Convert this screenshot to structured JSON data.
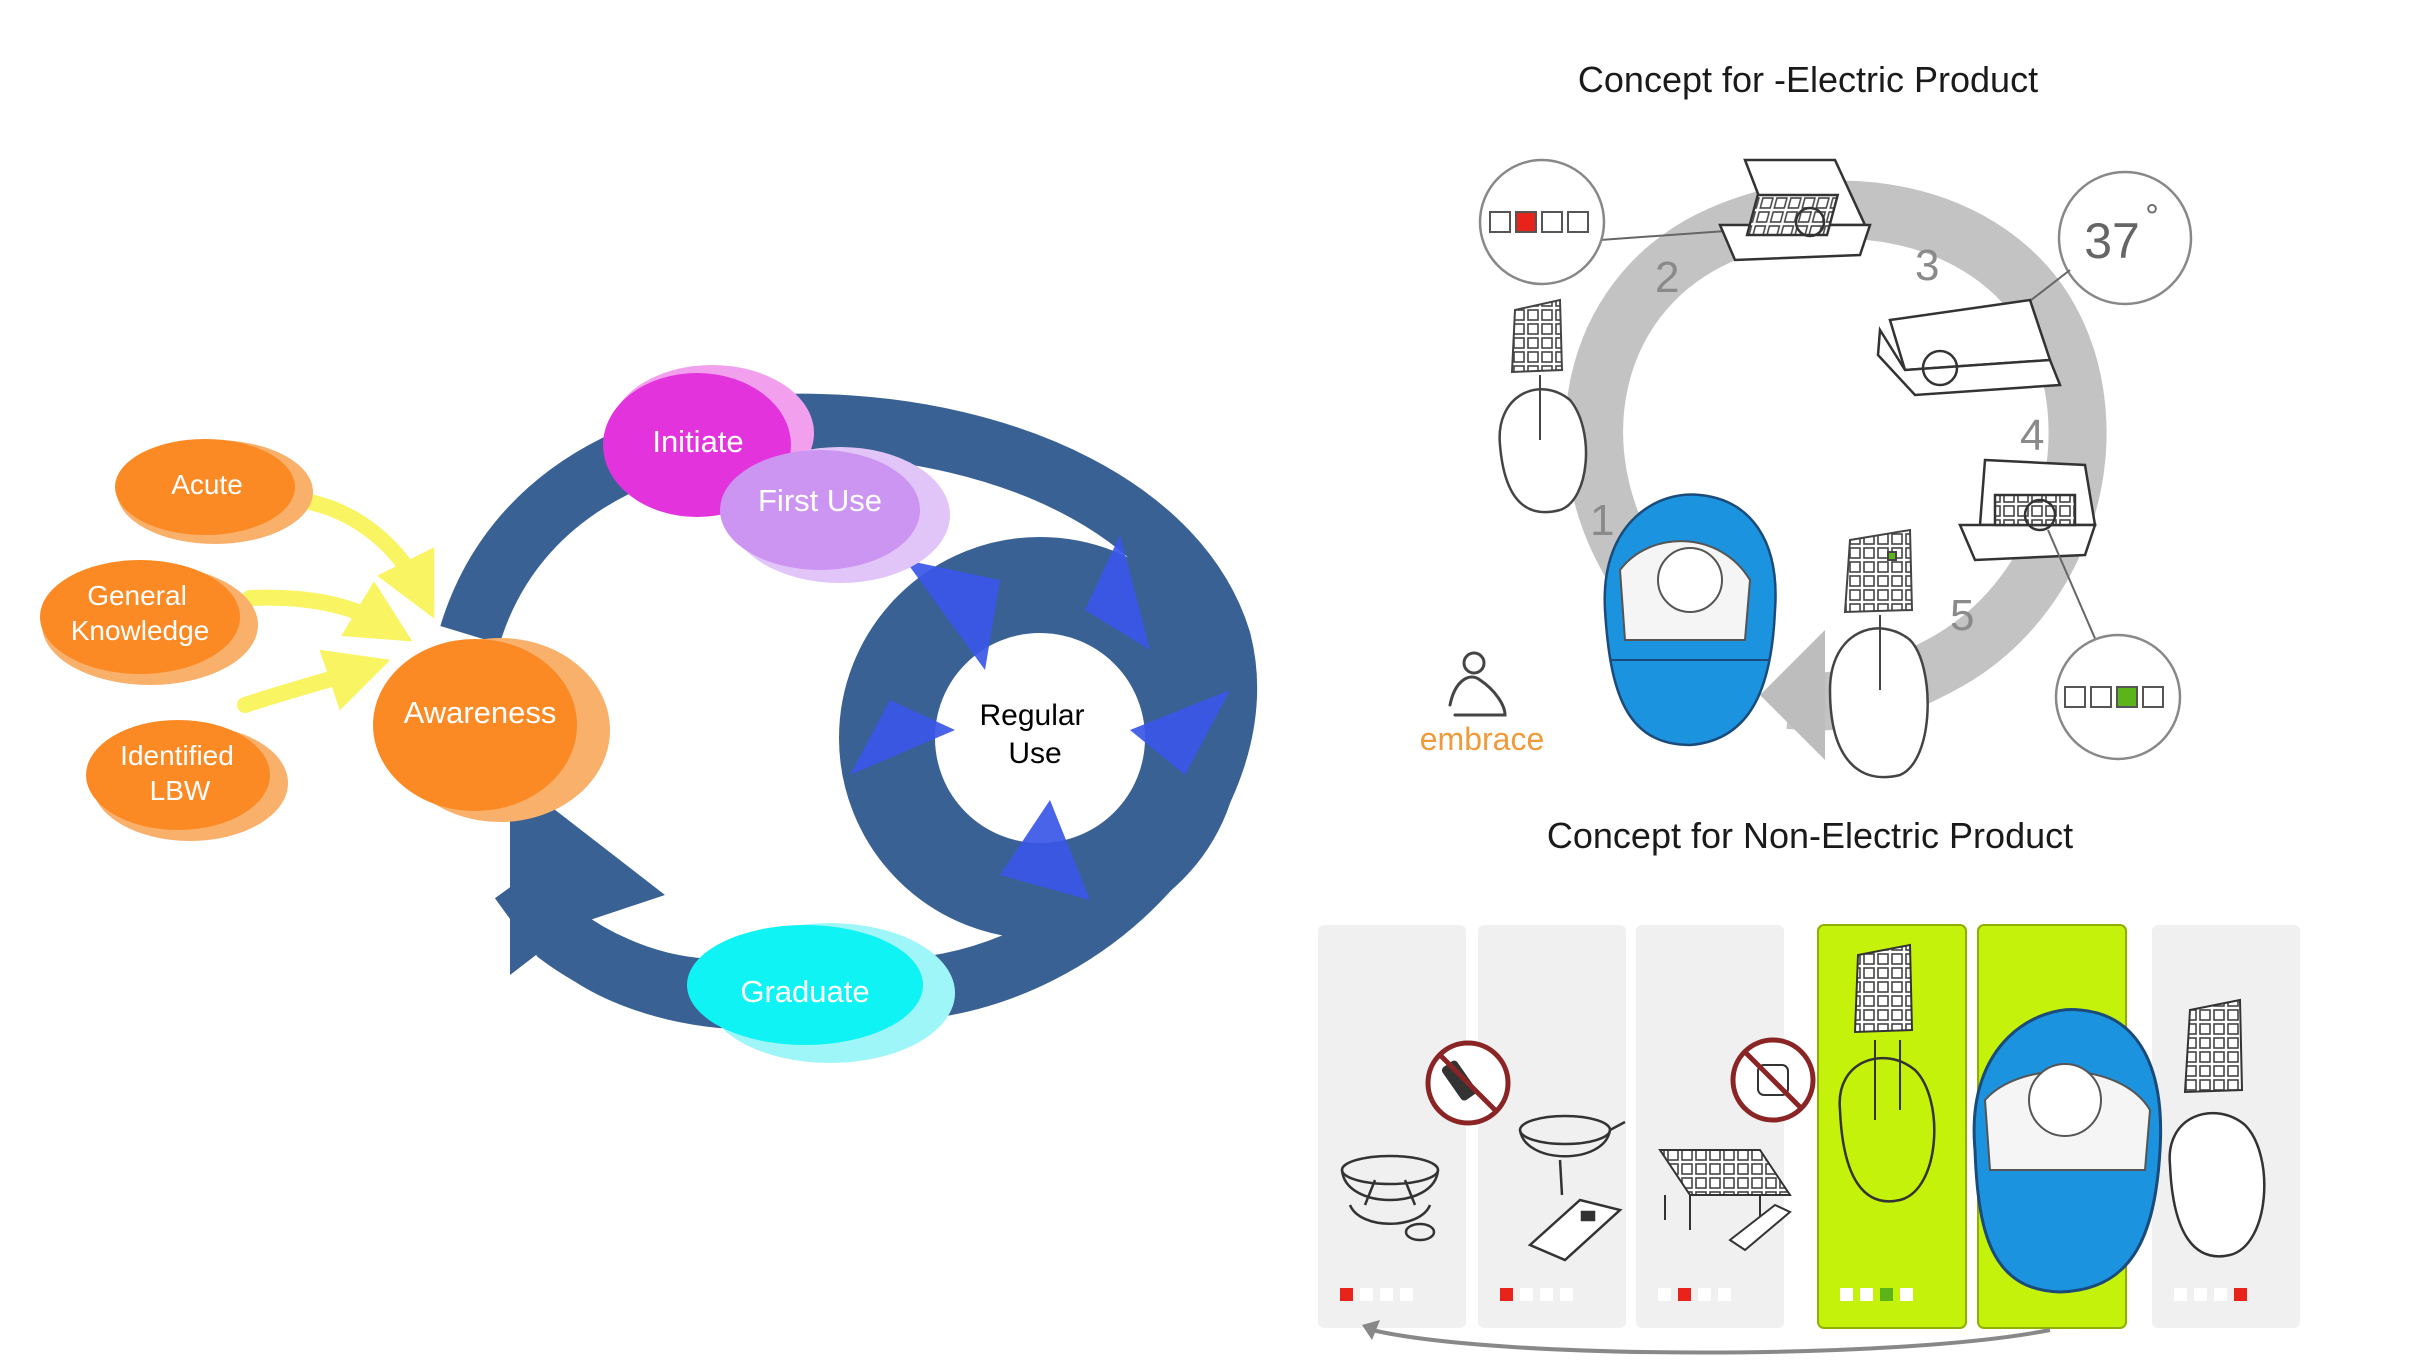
{
  "colors": {
    "cycle_arrow": "#3a6194",
    "inner_arrows": "#3a57e8",
    "awareness": "#fb8a25",
    "awareness_shadow": "#f9b06b",
    "initiate": "#e233dd",
    "initiate_shadow": "#f2a0ee",
    "first_use": "#cc95f2",
    "first_use_shadow": "#e2c5f8",
    "graduate": "#10f3f5",
    "graduate_shadow": "#9ff6f8",
    "feeder_arrows": "#f8f462",
    "sleeve_blue": "#1c93df",
    "lime": "#c5f20b",
    "panel_gray": "#f0f0f0",
    "indicator_red": "#e8231b",
    "indicator_green": "#5bb51a",
    "embrace_orange": "#f09a3a"
  },
  "left_diagram": {
    "awareness": "Awareness",
    "initiate": "Initiate",
    "first_use": "First Use",
    "regular_use": [
      "Regular",
      "Use"
    ],
    "graduate": "Graduate",
    "feeders": [
      {
        "lines": [
          "Acute"
        ]
      },
      {
        "lines": [
          "General",
          "Knowledge"
        ]
      },
      {
        "lines": [
          "Identified",
          "LBW"
        ]
      }
    ]
  },
  "electric": {
    "title": "Concept for -Electric Product",
    "steps": [
      "1",
      "2",
      "3",
      "4",
      "5"
    ],
    "temperature": "37",
    "degree": "°",
    "brand": "embrace",
    "brand_icon": "embrace-logo-icon"
  },
  "non_electric": {
    "title": "Concept for Non-Electric Product",
    "panels": [
      {
        "highlight": false,
        "indicator": 0,
        "illustration": "pot-on-stove"
      },
      {
        "highlight": false,
        "indicator": 0,
        "illustration": "pouring-pot"
      },
      {
        "highlight": false,
        "indicator": 1,
        "illustration": "wax-pack-cooling"
      },
      {
        "highlight": true,
        "indicator": 2,
        "illustration": "pack-into-sleeve"
      },
      {
        "highlight": true,
        "indicator": -1,
        "illustration": "baby-in-sleeve"
      },
      {
        "highlight": false,
        "indicator": 3,
        "illustration": "remove-pack"
      }
    ]
  }
}
